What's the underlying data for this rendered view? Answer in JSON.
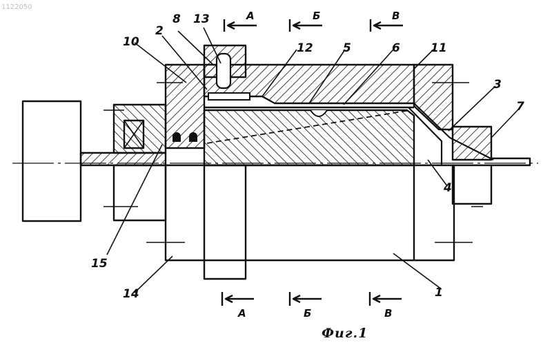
{
  "watermark": "1122050",
  "caption": "Фиг.1",
  "part_labels": {
    "p1": "1",
    "p2": "2",
    "p3": "3",
    "p4": "4",
    "p5": "5",
    "p6": "6",
    "p7": "7",
    "p8": "8",
    "p10": "10",
    "p11": "11",
    "p12": "12",
    "p13": "13",
    "p14": "14",
    "p15": "15"
  },
  "section_marks": {
    "top": [
      "А",
      "Б",
      "В"
    ],
    "bottom": [
      "А",
      "Б",
      "В"
    ]
  }
}
